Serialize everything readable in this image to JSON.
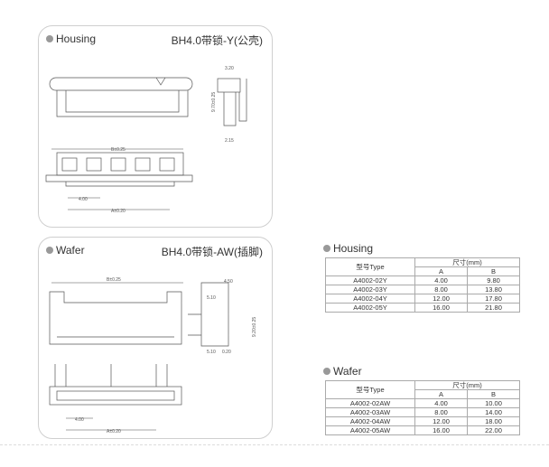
{
  "housing_panel": {
    "title": "Housing",
    "subtitle": "BH4.0带锁-Y(公壳)",
    "dims": {
      "w": "3.20",
      "h": "9.70±0.25",
      "foot": "2.15",
      "B": "B±0.25",
      "pitch": "4.00",
      "A": "A±0.20"
    }
  },
  "wafer_panel": {
    "title": "Wafer",
    "subtitle": "BH4.0带锁-AW(插脚)",
    "dims": {
      "B": "B±0.25",
      "w": "4.50",
      "pin": "5.10",
      "h": "9.20±0.25",
      "pin2": "5.10",
      "gap": "0.20",
      "pitch": "4.00",
      "A": "A±0.20"
    }
  },
  "housing_table": {
    "title": "Housing",
    "col_type": "型号Type",
    "col_dim": "尺寸(mm)",
    "col_a": "A",
    "col_b": "B",
    "rows": [
      [
        "A4002-02Y",
        "4.00",
        "9.80"
      ],
      [
        "A4002-03Y",
        "8.00",
        "13.80"
      ],
      [
        "A4002-04Y",
        "12.00",
        "17.80"
      ],
      [
        "A4002-05Y",
        "16.00",
        "21.80"
      ]
    ]
  },
  "wafer_table": {
    "title": "Wafer",
    "col_type": "型号Type",
    "col_dim": "尺寸(mm)",
    "col_a": "A",
    "col_b": "B",
    "rows": [
      [
        "A4002-02AW",
        "4.00",
        "10.00"
      ],
      [
        "A4002-03AW",
        "8.00",
        "14.00"
      ],
      [
        "A4002-04AW",
        "12.00",
        "18.00"
      ],
      [
        "A4002-05AW",
        "16.00",
        "22.00"
      ]
    ]
  }
}
